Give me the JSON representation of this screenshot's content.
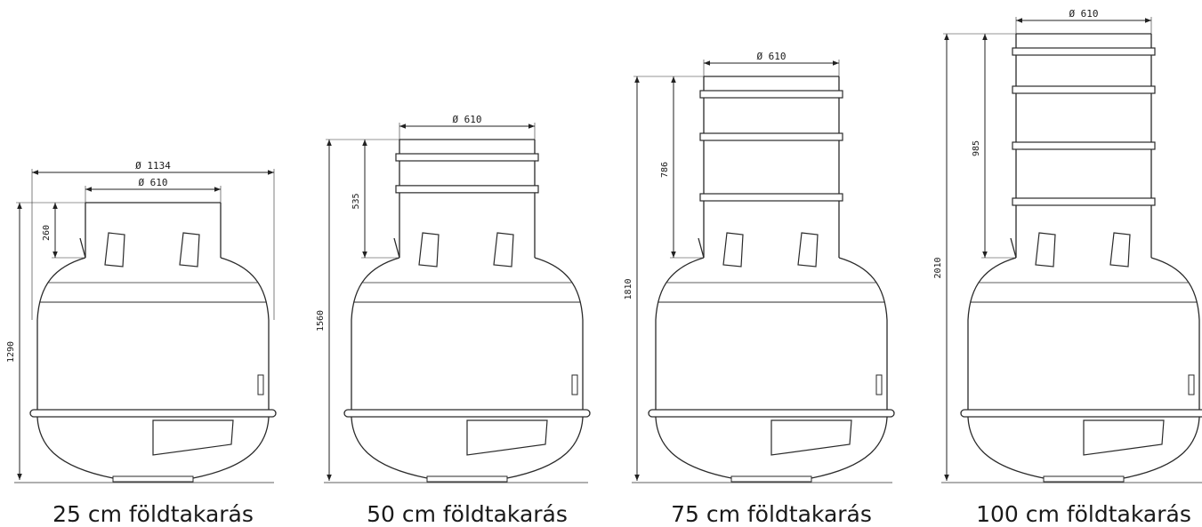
{
  "drawings": [
    {
      "id": "tank-25",
      "caption": "25 cm földtakarás",
      "total_height": "1290",
      "neck_height": "260",
      "body_diameter": "Ø 1134",
      "neck_diameter": "Ø 610",
      "neck_rings": 0
    },
    {
      "id": "tank-50",
      "caption": "50 cm földtakarás",
      "total_height": "1560",
      "neck_height": "535",
      "body_diameter": "",
      "neck_diameter": "Ø 610",
      "neck_rings": 1
    },
    {
      "id": "tank-75",
      "caption": "75 cm földtakarás",
      "total_height": "1810",
      "neck_height": "786",
      "body_diameter": "",
      "neck_diameter": "Ø 610",
      "neck_rings": 2
    },
    {
      "id": "tank-100",
      "caption": "100 cm földtakarás",
      "total_height": "2010",
      "neck_height": "985",
      "body_diameter": "",
      "neck_diameter": "Ø 610",
      "neck_rings": 3
    }
  ]
}
